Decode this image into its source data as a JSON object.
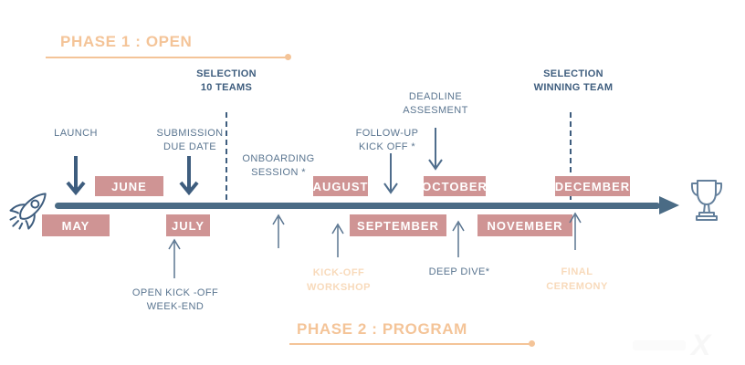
{
  "phase1": {
    "title": "PHASE 1 : OPEN"
  },
  "phase2": {
    "title": "PHASE 2 : PROGRAM"
  },
  "milestones": {
    "selection_teams": "SELECTION\n10 TEAMS",
    "selection_winner": "SELECTION\nWINNING TEAM"
  },
  "events_above": {
    "launch": "LAUNCH",
    "submission": "SUBMISSION\nDUE DATE",
    "onboarding": "ONBOARDING\nSESSION *",
    "followup": "FOLLOW-UP\nKICK OFF *",
    "deadline": "DEADLINE\nASSESMENT"
  },
  "events_below": {
    "open_kickoff": "OPEN KICK -OFF\nWEEK-END",
    "kickoff_workshop": "KICK-OFF\nWORKSHOP",
    "deep_dive": "DEEP DIVE*",
    "final_ceremony": "FINAL\nCEREMONY"
  },
  "months_above": [
    "JUNE",
    "AUGUST",
    "OCTOBER",
    "DECEMBER"
  ],
  "months_below": [
    "MAY",
    "JULY",
    "SEPTEMBER",
    "NOVEMBER"
  ],
  "icons": {
    "start": "rocket-icon",
    "end": "trophy-icon"
  },
  "watermark": {
    "text": "X"
  },
  "colors": {
    "accent_peach": "#f4c498",
    "accent_peach_light": "#f8dabb",
    "rose_box": "#cf9494",
    "navy": "#3e5d7e",
    "slate_label": "#5a7590",
    "timeline_bar": "#4a6b85"
  }
}
